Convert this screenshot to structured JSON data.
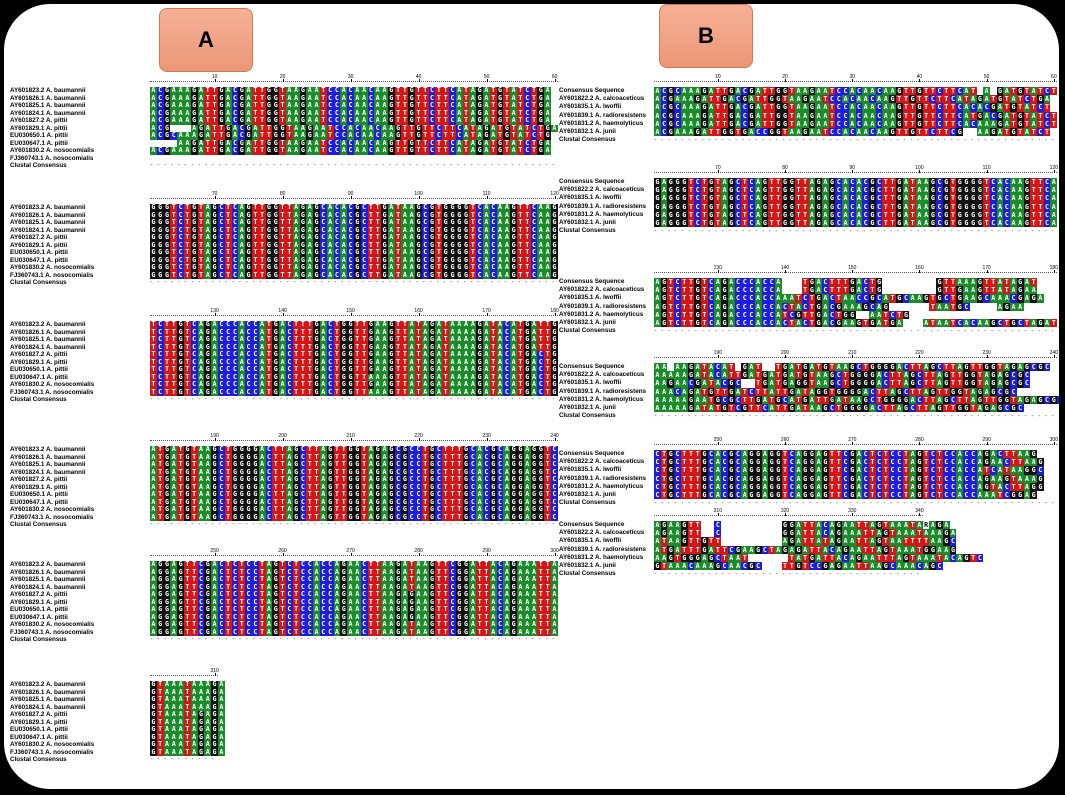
{
  "panels": [
    {
      "label": "A",
      "consensus_row": "Clustal Consensus",
      "rows": [
        "AY601823.2 A. baumannii",
        "AY601826.1 A. baumannii",
        "AY601825.1 A. baumannii",
        "AY601824.1 A. baumannii",
        "AY601827.2 A. pittii",
        "AY601829.1 A. pittii",
        "EU030650.1 A. pittii",
        "EU030647.1 A. pittii",
        "AY601830.2 A. nosocomialis",
        "FJ360743.1 A. nosocomialis"
      ],
      "blocks": [
        {
          "ticks": [
            "10",
            "20",
            "30",
            "40",
            "50",
            "60"
          ],
          "seqs": [
            "ACGAAAGATTGACGATTGGTAAGAATCCACAACAAGTTGTTCTTCATAGATGTATCTGA",
            "ACGAAAGATTGACGATTGGTAAGAATCCACAACAAGTTGTTCTTCATAGATGTATCTGA",
            "ACGAAAGATTGACGATTGGTAAGAATCCACAACAAGTTGTTCTTCATAGATGTATCTGA",
            "ACGAAAGATTGACGATTGGTAAGAATCCACAACAAGTTGTTCTTCATAGATGTATCTGA",
            "ACGAAAGATTGACGATTGGTAAGAATCCACAACAAGTTGTTCTTCATAGATGTATCTGA",
            "ACG   AGATTGACGATTGGTAAGAATCCACAACAAGTTGTTCTTCATAGATGTATCTGA",
            "ACGCAAAGATTGACGATTGGTAAGAATCCACAACAAGTTGTTCTTCATAGATGTATCTG",
            "    AAGATTGACGATTGGTAAGAATCCACAACAAGTTGTTCTTCATAGATGTATCTGA",
            "ACGAAAGATTGACGATTGGTAAGAATCCACAACAAGTTGTTCTTCATAGATGTATCTGA",
            "                                                            "
          ]
        },
        {
          "ticks": [
            "70",
            "80",
            "90",
            "100",
            "110",
            "120"
          ],
          "seqs": [
            "GGGTCTGTAGCTCAGTTGGTTAGAGCACACGCTTGATAAGCGTGGGGTCACAAGTTCAAG",
            "GGGTCTGTAGCTCAGTTGGTTAGAGCACACGCTTGATAAGCGTGGGGTCACAAGTTCAAG",
            "GGGTCTGTAGCTCAGTTGGTTAGAGCACACGCTTGATAAGCGTGGGGTCACAAGTTCAAG",
            "GGGTCTGTAGCTCAGTTGGTTAGAGCACACGCTTGATAAGCGTGGGGTCACAAGTTCAAG",
            "GGGTCTGTAGCTCAGTTGGTTAGAGCACACGCTTGATAAGCGTGGGGTCACAAGTTCAAG",
            "GGGTCTGTAGCTCAGTTGGTTAGAGCACACGCTTGATAAGCGTGGGGTCACAAGTTCAAG",
            "GGGTCTGTAGCTCAGTTGGTTAGAGCACACGCTTGATAAGCGTGGGGTCACAAGTTCAAG",
            "GGGTCTGTAGCTCAGTTGGTTAGAGCACACGCTTGATAAGCGTGGGGTCACAAGTTCAAG",
            "GGGTCTGTAGCTCAGTTGGTTAGAGCACACGCTTGATAAGCGTGGGGTCACAAGTTCAAG",
            "GGGTCTGTAGCTCAGTTGGTTAGAGCACACGCTTGATAAGCGTGGGGTCACAAGTTCAAG"
          ]
        },
        {
          "ticks": [
            "130",
            "140",
            "150",
            "160",
            "170",
            "180"
          ],
          "seqs": [
            "TCTTGTCAGACCCACCATGACTTTGACTGGTTGAAGTTATAGATAAAAGATACATGATTG",
            "TCTTGTCAGACCCACCATGACTTTGACTGGTTGAAGTTATAGATAAAAGATACATGATTG",
            "TCTTGTCAGACCCACCATGACTTTGACTGGTTGAAGTTATAGATAAAAGATACATGATTG",
            "TCTTGTCAGACCCACCATGACTTTGACTGGTTGAAGTTATAGATAAAAGATACATGATTG",
            "TCTTGTCAGACCCACCATGACTTTGACTGGTTGAAGTTATAGATAAAAGATACATGACTG",
            "TCTTGTCAGACCCACCATGACTTTGACTGGTTGAAGTTATAGATAAAAGATACATGACTG",
            "TCTTGTCAGACCCACCATGACTTTGACTGGTTGAAGTTATAGATAAAAGATACATGACTG",
            "TCTTGTCAGACCCACCATGACTTTGACTGGTTAAAGTTATAGATAAAAGATACATGACTG",
            "TCTTGTCAGACCCACCATGACTTTGACTGGTTGAAGTTATAGATAAAAGATACATGACTG",
            "TCTTGTCAGACCCACCATGACTTTGACTGGTTAAAGTTATAGATAAAAGATACATGACTG"
          ]
        },
        {
          "ticks": [
            "190",
            "200",
            "210",
            "220",
            "230",
            "240"
          ],
          "seqs": [
            "ATGATGTAAGCTGGGGACTTAGCTTAGTTGGTAGAGCGCCTGCTTTGCACGCAGGAGGTC",
            "ATGATGTAAGCTGGGGACTTAGCTTAGTTGGTAGAGCGCCTGCTTTGCACGCAGGAGGTC",
            "ATGATGTAAGCTGGGGACTTAGCTTAGTTGGTAGAGCGCCTGCTTTGCACGCAGGAGGTC",
            "ATGATGTAAGCTGGGGACTTAGCTTAGTTGGTAGAGCGCCTGCTTTGCACGCAGGAGGTC",
            "ATGATGTAAGCTGGGGACTTAGCTTAGTTGGTAGAGCGCCTGCTTTGCACGCAGGAGGTC",
            "ATGATGTAAGCTGGGGACTTAGCTTAGTTGGTAGAGCGCCTGCTTTGCACGCAGGAGGTC",
            "ATGATGTAAGCTGGGGACTTAGCTTAGTTGGTAGAGCGCCTGCTTTGCACGCAGGAGGTC",
            "ATGATGTAAGCTGGGGACTTAGCTTAGTTGGTAGAGCGCCTGCTTTGCACGCAGGAGGTC",
            "ATGATGTAAGCTGGGGACTTAGCTTAGTTGGTAGAGCGCCTGCTTTGCACGCAGGAGGTC",
            "ATGATGTAAGCTGGGGACTTAGCTTAGTTGGTAGAGCGCCTGCTTTGCACGCAGGAGGTC"
          ]
        },
        {
          "ticks": [
            "250",
            "260",
            "270",
            "280",
            "290",
            "300"
          ],
          "seqs": [
            "AGGAGTTCGACTCTCCTAGTCTCCACCAGAACTTAAGATAAGTTCGGATTACAGAAATTA",
            "AGGAGTTCGACTCTCCTAGTCTCCACCAGAACTTAAGATAAGTTCGGATTACAGAAATTA",
            "AGGAGTTCGACTCTCCTAGTCTCCACCAGAACTTAAGATAAGTTCGGATTACAGAAATTA",
            "AGGAGTTCGACTCTCCTAGTCTCCACCAGAACTTAAGATAAGTTCGGATTACAGAAATTA",
            "AGGAGTTCGACTCTCCTAGTCTCCACCAGAACTTAAGAGAAGTTCGGATTACAGAAATTA",
            "AGGAGTTCGACTCTCCTAGTCTCCACCAGAACTTAAGAGAAGTTCGGATTACAGAAATTA",
            "AGGAGTTCGACTCTCCTAGTCTCCACCAGAACTTAAGAGAAGTTCGGATTACAGAAATTA",
            "AGGAGTTCGACTCTCCTAGTCTCCACCAGAACTTAAGAGAAGTTCGGATTACAGAAATTA",
            "AGGAGTTCGACTCTCCTAGTCTCCACCAGAACTTAAGATAAGTTCGGATTACAGAAATTA",
            "AGGAGTTCGACTCTCCTAGTCTCCACCAGAACTTAAGATAAGTTCGGATTACAGAAATTA"
          ]
        },
        {
          "ticks": [
            "310"
          ],
          "seqs": [
            "GTAAATAAAGA",
            "GTAAATAAAGA",
            "GTAAATAAAGA",
            "GTAAATAAAGA",
            "GTAAATAGAGA",
            "GTAAATAGAGA",
            "GTAAATAGAGA",
            "GTAAATAGAGA",
            "GTAAATAGAGA",
            "GTAAATAGAGA"
          ]
        }
      ]
    },
    {
      "label": "B",
      "consensus_row": "Clustal Consensus",
      "rows": [
        "Consensus Sequence",
        "AY601822.2 A. calcoaceticus",
        "AY601835.1 A. lwoffii",
        "AY601839.1 A. radioresistens",
        "AY601831.2 A. haemolyticus",
        "AY601832.1 A. junii"
      ],
      "blocks": [
        {
          "ticks": [
            "10",
            "20",
            "30",
            "40",
            "50",
            "60"
          ],
          "seqs": [
            "ACGCAAAGATTGACGATTGGTAAGAATCCACAACAAGTTGTTCTTCAT A GATGTATCT",
            "ACGAAAGATTGACGATTGGTAAGAATCCACAACAAGTTGTTCTTCATAGATGTATCTGA",
            "ACGCAAAGATTGACGATTGGTAAGAATCCACAACAAGTTGTTCTTCACACGATGTATCT",
            "ACGCAAAGATTGACGATTGGTAAGAATCCACAACAAGTTGTTCTTCATGACGATGTATCT",
            "ACGCAAAGATTGACGATTGGTAAGAATCCACAACAAGTTGTTCTTCACAAAGATGTATCT",
            "ACGAAAGATTGGTGACCGGTAAGAATCCACAACAAGTTGTTCTTCG  AAGATGTATCT"
          ]
        },
        {
          "ticks": [
            "70",
            "80",
            "90",
            "100",
            "110",
            "120"
          ],
          "seqs": [
            "GAGGGTCTGTAGCTCAGTTGGTTAGAGCACACGCTTGATAAGCGTGGGGTCACAAGTTCA",
            "GAGGGTCTGTAGCTCAGTTGGTTAGAGCACACGCTTGATAAGCGTGGGGTCACAAGTTCA",
            "GAGGGTCTGTAGCTCAGTTGGTTAGAGCACACGCTTGATAAGCGTGGGGTCACAAGTTCA",
            "GAGGGTCTGTAGCTCAGTTGGTTAGAGCACACGCTTGATAAGCGTGGGGTCACAAGTTCA",
            "GAGGGTCTGTAGCTCAGTTGGTTAGAGCACACGCTTGATAAGCGTGGGGTCACAAGTTCA",
            "GAGGGTCTGTAGCTCAGTTGGTTAGAGCACACGCTTGATAAGCGTGGGGTCACAAGTTCA"
          ]
        },
        {
          "ticks": [
            "130",
            "140",
            "150",
            "160",
            "170",
            "180"
          ],
          "seqs": [
            "AGTCTTGTCAGACCCACCA   TGACTTTGACTG        GTTAAAGTTATAGAT",
            "AGTCTTGTCAGACCCACCA   TGACTTTGACTG        GTTGAAGTTATAGAA",
            "AGTCTTGTCAGACCCACCAAATCTGACTAACCGCATGCAAGTGCTGAAGCAAACGAGA",
            "AGTCTTGTCAGACCCACCACTACTGACGAAAGCAG      TAATGC    AGAA",
            "AGTCTTGTCAGACCCACCATCGTTGACTGG  AATCTG           ",
            "AGTCTTGTCAGACCCACCACTACTGACGAAGTGATGA   ATAATCACAAGCTGCTAGAT"
          ]
        },
        {
          "ticks": [
            "190",
            "200",
            "210",
            "220",
            "230",
            "240"
          ],
          "seqs": [
            "AA AAGATACAT GAT  TGATGATGTAAGCTGGGGACTTAGCTTAGTTGGTAGAGCGC",
            "AAAAAGATACATTGATGATGATGTAAGCTGGGGACTTAGCTTAGTTGGTAGAGCGC",
            "AAGAACGATACGC  TGATGAGGTAAGCTGGGGACTTAGCTTAGTTGGTAGAGCGC",
            "AAACAGATGTTGATCTTATTGATAGGTGGGGACTTAGCTTAGTTGGTAGAGCGC",
            "AAAAAGAATGCGCTTGATGCATGATTGATAAGCTGGGGACTTAGCTTAGTTGGTAGAGCGC",
            "AAAAAGATATGTCGTTCATTGATAAGCTGGGGACTTAGCTTAGTTGGTAGAGCGC"
          ]
        },
        {
          "ticks": [
            "250",
            "260",
            "270",
            "280",
            "290",
            "300"
          ],
          "seqs": [
            "CTGCTTTGCACGCAGGAGGTCAGGAGTTCGACTCTCCTAGTCTCCACCAGACTTAAG",
            "CTGCTTTGCACGCAGGAGGTCAGGAGTTCGACTCTCCTAGTCTCCACCAGAACTTAAG",
            "CTGCTTTGCACGCAGGAGGTCAGGAGTTCGACTCTCCTAGTCTCCACCATCATAAGGC",
            "CTGCTTTGCACGCAGGAGGTCAGGAGTTCGACTCTCCTAGTCTCCACCAGAAGTAAAG",
            "CTGCTTTGCACGCAGGAGGTCAGGAGTTCGACTCTCCTAGTCTCCACCAGTACTTAGG",
            "CTGCTTTGCACGCAGGAGGTCAGGAGTTCGACTCTCCTAGTCTCCACCAAATCGGAG"
          ]
        },
        {
          "ticks": [
            "310",
            "320",
            "330",
            "340"
          ],
          "seqs": [
            "AGAAGTT  C         GGATTACAGAATTAGTAAATARAGA",
            "AGAAGTT  C         GGATTACAGAAATTAGTAAATAAAGA",
            "ATAAGTTGTT         AGATTATAGAATTAGTAATTTTAAGC",
            "ATGATTTGATTCGAAGCTAGAGATTACAGAATTAGTAAATGGAAG",
            "AAGTGGGAGCTAAT      TATGATTACAGAATTTAGTAAATACAGTC",
            "GTAAACAAAGCAACGC   TTGTCCGAGAATTAAGCAAACAGC"
          ]
        }
      ]
    }
  ]
}
